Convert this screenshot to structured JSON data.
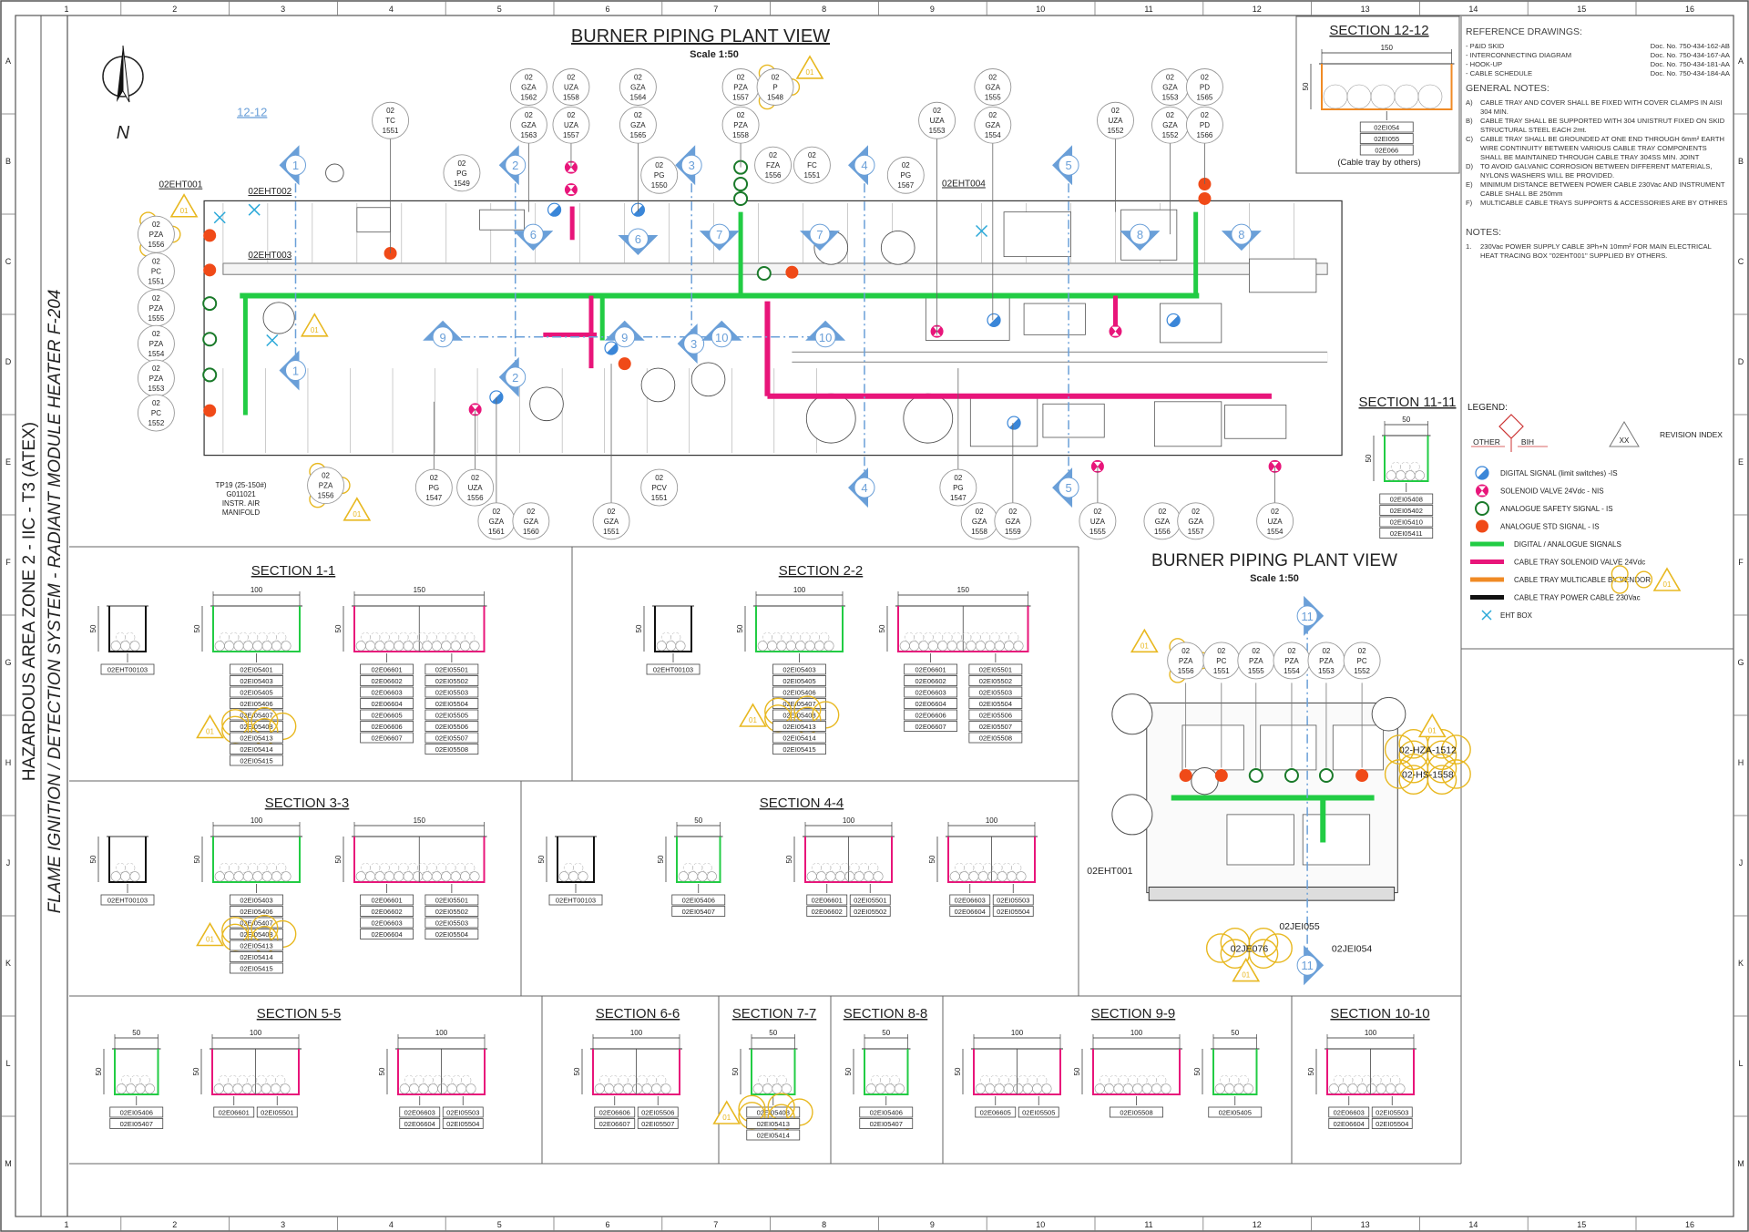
{
  "sheet": {
    "columns": [
      "1",
      "2",
      "3",
      "4",
      "5",
      "6",
      "7",
      "8",
      "9",
      "10",
      "11",
      "12",
      "13",
      "14",
      "15",
      "16"
    ],
    "rows": [
      "A",
      "B",
      "C",
      "D",
      "E",
      "F",
      "G",
      "H",
      "J",
      "K",
      "L",
      "M"
    ]
  },
  "title_strip": {
    "line1": "HAZARDOUS AREA ZONE 2 - IIC - T3 (ATEX)",
    "line2": "FLAME IGNITION / DETECTION SYSTEM - RADIANT MODULE HEATER F-204"
  },
  "revision": {
    "label": "01"
  },
  "colors": {
    "signals": "#22cc44",
    "solenoid": "#e8157a",
    "multicable": "#f08a24",
    "power": "#111111",
    "digital": "#3a86d8",
    "analogue_std": "#f04a18",
    "analogue_safety": "#1a7a2a",
    "marker": "#6a9fd8",
    "revision": "#e8b820"
  },
  "plant_view": {
    "title": "BURNER PIPING PLANT VIEW",
    "scale": "Scale 1:50",
    "north": "N",
    "section_ref": "12-12",
    "labels": [
      "02EHT001",
      "02EHT002",
      "02EHT003",
      "02EHT004"
    ],
    "manifold": [
      "TP19 (25-150#)",
      "G011021",
      "INSTR. AIR",
      "MANIFOLD"
    ],
    "section_markers": [
      "1",
      "1",
      "2",
      "2",
      "3",
      "3",
      "4",
      "4",
      "5",
      "5",
      "6",
      "6",
      "7",
      "7",
      "8",
      "8",
      "9",
      "9",
      "10",
      "10"
    ],
    "instruments": [
      {
        "pre": "02",
        "type": "GZA",
        "num": "1562"
      },
      {
        "pre": "02",
        "type": "GZA",
        "num": "1563"
      },
      {
        "pre": "02",
        "type": "UZA",
        "num": "1558"
      },
      {
        "pre": "02",
        "type": "UZA",
        "num": "1557"
      },
      {
        "pre": "02",
        "type": "GZA",
        "num": "1564"
      },
      {
        "pre": "02",
        "type": "GZA",
        "num": "1565"
      },
      {
        "pre": "02",
        "type": "PZA",
        "num": "1557"
      },
      {
        "pre": "02",
        "type": "PZA",
        "num": "1558"
      },
      {
        "pre": "02",
        "type": "P",
        "num": "1548"
      },
      {
        "pre": "02",
        "type": "TC",
        "num": "1551"
      },
      {
        "pre": "02",
        "type": "PG",
        "num": "1549"
      },
      {
        "pre": "02",
        "type": "PG",
        "num": "1550"
      },
      {
        "pre": "02",
        "type": "FZA",
        "num": "1556"
      },
      {
        "pre": "02",
        "type": "FC",
        "num": "1551"
      },
      {
        "pre": "02",
        "type": "PG",
        "num": "1567"
      },
      {
        "pre": "02",
        "type": "UZA",
        "num": "1553"
      },
      {
        "pre": "02",
        "type": "GZA",
        "num": "1555"
      },
      {
        "pre": "02",
        "type": "GZA",
        "num": "1554"
      },
      {
        "pre": "02",
        "type": "UZA",
        "num": "1552"
      },
      {
        "pre": "02",
        "type": "GZA",
        "num": "1553"
      },
      {
        "pre": "02",
        "type": "GZA",
        "num": "1552"
      },
      {
        "pre": "02",
        "type": "PD",
        "num": "1565"
      },
      {
        "pre": "02",
        "type": "PD",
        "num": "1566"
      },
      {
        "pre": "02",
        "type": "PZA",
        "num": "1556"
      },
      {
        "pre": "02",
        "type": "PC",
        "num": "1551"
      },
      {
        "pre": "02",
        "type": "PZA",
        "num": "1555"
      },
      {
        "pre": "02",
        "type": "PZA",
        "num": "1554"
      },
      {
        "pre": "02",
        "type": "PZA",
        "num": "1553"
      },
      {
        "pre": "02",
        "type": "PC",
        "num": "1552"
      },
      {
        "pre": "02",
        "type": "PZA",
        "num": "1556"
      },
      {
        "pre": "02",
        "type": "PG",
        "num": "1547"
      },
      {
        "pre": "02",
        "type": "UZA",
        "num": "1556"
      },
      {
        "pre": "02",
        "type": "GZA",
        "num": "1561"
      },
      {
        "pre": "02",
        "type": "GZA",
        "num": "1560"
      },
      {
        "pre": "02",
        "type": "GZA",
        "num": "1551"
      },
      {
        "pre": "02",
        "type": "PCV",
        "num": "1551"
      },
      {
        "pre": "02",
        "type": "PG",
        "num": "1547"
      },
      {
        "pre": "02",
        "type": "GZA",
        "num": "1558"
      },
      {
        "pre": "02",
        "type": "GZA",
        "num": "1559"
      },
      {
        "pre": "02",
        "type": "UZA",
        "num": "1555"
      },
      {
        "pre": "02",
        "type": "GZA",
        "num": "1556"
      },
      {
        "pre": "02",
        "type": "GZA",
        "num": "1557"
      },
      {
        "pre": "02",
        "type": "UZA",
        "num": "1554"
      }
    ]
  },
  "plant_view_2": {
    "title": "BURNER PIPING PLANT VIEW",
    "scale": "Scale 1:50",
    "section_markers": [
      "11",
      "11"
    ],
    "instruments": [
      {
        "pre": "02",
        "type": "PZA",
        "num": "1556"
      },
      {
        "pre": "02",
        "type": "PC",
        "num": "1551"
      },
      {
        "pre": "02",
        "type": "PZA",
        "num": "1555"
      },
      {
        "pre": "02",
        "type": "PZA",
        "num": "1554"
      },
      {
        "pre": "02",
        "type": "PZA",
        "num": "1553"
      },
      {
        "pre": "02",
        "type": "PC",
        "num": "1552"
      }
    ],
    "labels": [
      "02-HZA-1512",
      "02-HS-1558",
      "02EHT001",
      "02JEI055",
      "02JE076",
      "02JEI054"
    ]
  },
  "sections": [
    {
      "title": "SECTION 1-1",
      "trays": [
        {
          "type": "power",
          "width_label": "",
          "height_label": "50",
          "columns": [
            [
              "02EHT00103"
            ]
          ]
        },
        {
          "type": "signals",
          "width_label": "100",
          "height_label": "50",
          "columns": [
            [
              "02EI05401",
              "02EI05403",
              "02EI05405",
              "02EI05406",
              "02EI05407",
              "02EI05408",
              "02EI05413",
              "02EI05414",
              "02EI05415"
            ]
          ]
        },
        {
          "type": "solenoid",
          "width_label": "150",
          "height_label": "50",
          "columns": [
            [
              "02E06601",
              "02E06602",
              "02E06603",
              "02E06604",
              "02E06605",
              "02E06606",
              "02E06607"
            ],
            [
              "02EI05501",
              "02EI05502",
              "02EI05503",
              "02EI05504",
              "02EI05505",
              "02EI05506",
              "02EI05507",
              "02EI05508"
            ]
          ]
        }
      ]
    },
    {
      "title": "SECTION 2-2",
      "trays": [
        {
          "type": "power",
          "width_label": "",
          "height_label": "50",
          "columns": [
            [
              "02EHT00103"
            ]
          ]
        },
        {
          "type": "signals",
          "width_label": "100",
          "height_label": "50",
          "columns": [
            [
              "02EI05403",
              "02EI05405",
              "02EI05406",
              "02EI05407",
              "02EI05408",
              "02EI05413",
              "02EI05414",
              "02EI05415"
            ]
          ]
        },
        {
          "type": "solenoid",
          "width_label": "150",
          "height_label": "50",
          "columns": [
            [
              "02E06601",
              "02E06602",
              "02E06603",
              "02E06604",
              "02E06606",
              "02E06607"
            ],
            [
              "02EI05501",
              "02EI05502",
              "02EI05503",
              "02EI05504",
              "02EI05506",
              "02EI05507",
              "02EI05508"
            ]
          ]
        }
      ]
    },
    {
      "title": "SECTION 3-3",
      "trays": [
        {
          "type": "power",
          "width_label": "",
          "height_label": "50",
          "columns": [
            [
              "02EHT00103"
            ]
          ]
        },
        {
          "type": "signals",
          "width_label": "100",
          "height_label": "50",
          "columns": [
            [
              "02EI05403",
              "02EI05406",
              "02EI05407",
              "02EI05408",
              "02EI05413",
              "02EI05414",
              "02EI05415"
            ]
          ]
        },
        {
          "type": "solenoid",
          "width_label": "150",
          "height_label": "50",
          "columns": [
            [
              "02E06601",
              "02E06602",
              "02E06603",
              "02E06604"
            ],
            [
              "02EI05501",
              "02EI05502",
              "02EI05503",
              "02EI05504"
            ]
          ]
        }
      ]
    },
    {
      "title": "SECTION 4-4",
      "trays": [
        {
          "type": "power",
          "width_label": "",
          "height_label": "50",
          "columns": [
            [
              "02EHT00103"
            ]
          ]
        },
        {
          "type": "signals",
          "width_label": "50",
          "height_label": "50",
          "columns": [
            [
              "02EI05406",
              "02EI05407"
            ]
          ]
        },
        {
          "type": "solenoid",
          "width_label": "100",
          "height_label": "50",
          "columns": [
            [
              "02E06601",
              "02E06602"
            ],
            [
              "02EI05501",
              "02EI05502"
            ]
          ]
        },
        {
          "type": "solenoid",
          "width_label": "100",
          "height_label": "50",
          "columns": [
            [
              "02E06603",
              "02E06604"
            ],
            [
              "02EI05503",
              "02EI05504"
            ]
          ]
        }
      ]
    },
    {
      "title": "SECTION 5-5",
      "trays": [
        {
          "type": "signals",
          "width_label": "50",
          "height_label": "50",
          "columns": [
            [
              "02EI05406",
              "02EI05407"
            ]
          ]
        },
        {
          "type": "solenoid",
          "width_label": "100",
          "height_label": "50",
          "columns": [
            [
              "02E06601"
            ],
            [
              "02EI05501"
            ]
          ]
        },
        {
          "type": "solenoid",
          "width_label": "100",
          "height_label": "50",
          "columns": [
            [
              "02E06603",
              "02E06604"
            ],
            [
              "02EI05503",
              "02EI05504"
            ]
          ]
        }
      ]
    },
    {
      "title": "SECTION 6-6",
      "trays": [
        {
          "type": "solenoid",
          "width_label": "100",
          "height_label": "50",
          "columns": [
            [
              "02E06606",
              "02E06607"
            ],
            [
              "02EI05506",
              "02EI05507"
            ]
          ]
        }
      ]
    },
    {
      "title": "SECTION 7-7",
      "trays": [
        {
          "type": "signals",
          "width_label": "50",
          "height_label": "50",
          "columns": [
            [
              "02EI05408",
              "02EI05413",
              "02EI05414"
            ]
          ]
        }
      ]
    },
    {
      "title": "SECTION 8-8",
      "trays": [
        {
          "type": "signals",
          "width_label": "50",
          "height_label": "50",
          "columns": [
            [
              "02EI05406",
              "02EI05407"
            ]
          ]
        }
      ]
    },
    {
      "title": "SECTION 9-9",
      "trays": [
        {
          "type": "solenoid",
          "width_label": "100",
          "height_label": "50",
          "columns": [
            [
              "02E06605"
            ],
            [
              "02EI05505"
            ]
          ]
        },
        {
          "type": "solenoid",
          "width_label": "100",
          "height_label": "50",
          "columns": [
            [
              "02EI05508"
            ]
          ]
        },
        {
          "type": "signals",
          "width_label": "50",
          "height_label": "50",
          "columns": [
            [
              "02EI05405"
            ]
          ]
        }
      ]
    },
    {
      "title": "SECTION 10-10",
      "trays": [
        {
          "type": "solenoid",
          "width_label": "100",
          "height_label": "50",
          "columns": [
            [
              "02E06603",
              "02E06604"
            ],
            [
              "02EI05503",
              "02EI05504"
            ]
          ]
        }
      ]
    },
    {
      "title": "SECTION 11-11",
      "trays": [
        {
          "type": "signals",
          "width_label": "50",
          "height_label": "50",
          "columns": [
            [
              "02EI05408",
              "02EI05402",
              "02EI05410",
              "02EI05411"
            ]
          ]
        }
      ]
    },
    {
      "title": "SECTION 12-12",
      "note": "(Cable tray by others)",
      "trays": [
        {
          "type": "multicable",
          "width_label": "150",
          "height_label": "50",
          "columns": [
            [
              "02EI054",
              "02EI055",
              "02E066"
            ]
          ]
        }
      ]
    }
  ],
  "notes": {
    "reference_title": "REFERENCE DRAWINGS:",
    "references": [
      {
        "name": "- P&ID SKID",
        "doc": "Doc. No. 750-434-162-AB"
      },
      {
        "name": "- INTERCONNECTING DIAGRAM",
        "doc": "Doc. No. 750-434-167-AA"
      },
      {
        "name": "- HOOK-UP",
        "doc": "Doc. No. 750-434-181-AA"
      },
      {
        "name": "- CABLE SCHEDULE",
        "doc": "Doc. No. 750-434-184-AA"
      }
    ],
    "general_title": "GENERAL NOTES:",
    "general": [
      {
        "key": "A)",
        "text": "CABLE TRAY AND COVER SHALL BE FIXED WITH COVER CLAMPS IN AISI 304 MIN."
      },
      {
        "key": "B)",
        "text": "CABLE TRAY SHALL BE SUPPORTED WITH 304 UNISTRUT FIXED ON SKID STRUCTURAL STEEL EACH 2mt."
      },
      {
        "key": "C)",
        "text": "CABLE TRAY SHALL BE GROUNDED AT ONE END THROUGH 6mm² EARTH WIRE CONTINUITY BETWEEN VARIOUS CABLE TRAY COMPONENTS SHALL BE MAINTAINED THROUGH CABLE TRAY 304SS MIN. JOINT"
      },
      {
        "key": "D)",
        "text": "TO AVOID GALVANIC CORROSION BETWEEN DIFFERENT MATERIALS, NYLONS WASHERS WILL BE PROVIDED."
      },
      {
        "key": "E)",
        "text": "MINIMUM DISTANCE BETWEEN POWER CABLE 230Vac AND INSTRUMENT CABLE SHALL BE 250mm"
      },
      {
        "key": "F)",
        "text": "MULTICABLE CABLE TRAYS SUPPORTS & ACCESSORIES ARE BY OTHRES"
      }
    ],
    "notes_title": "NOTES:",
    "notes": [
      {
        "key": "1.",
        "text": "230Vac POWER SUPPLY CABLE 3Ph+N 10mm² FOR MAIN ELECTRICAL HEAT TRACING BOX \"02EHT001\" SUPPLIED BY OTHERS."
      }
    ]
  },
  "legend": {
    "title": "LEGEND:",
    "other": "OTHER",
    "bih": "BIH",
    "revision_symbol": "XX",
    "revision_index": "REVISION INDEX",
    "items": [
      {
        "icon": "digital-signal-icon",
        "label": "DIGITAL SIGNAL (limit switches) -IS"
      },
      {
        "icon": "solenoid-valve-icon",
        "label": "SOLENOID VALVE 24Vdc - NIS"
      },
      {
        "icon": "analogue-safety-icon",
        "label": "ANALOGUE SAFETY  SIGNAL - IS"
      },
      {
        "icon": "analogue-std-icon",
        "label": "ANALOGUE STD SIGNAL - IS"
      },
      {
        "icon": "green-line-icon",
        "label": "DIGITAL / ANALOGUE SIGNALS"
      },
      {
        "icon": "pink-line-icon",
        "label": "CABLE TRAY SOLENOID VALVE 24Vdc"
      },
      {
        "icon": "orange-line-icon",
        "label": "CABLE TRAY MULTICABLE BY VENDOR"
      },
      {
        "icon": "black-line-icon",
        "label": "CABLE TRAY POWER CABLE 230Vac"
      },
      {
        "icon": "eht-box-icon",
        "label": "EHT BOX"
      }
    ]
  }
}
